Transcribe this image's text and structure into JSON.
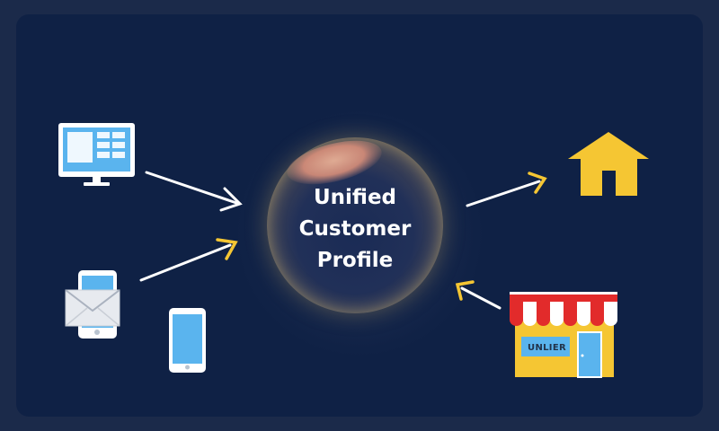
{
  "hub": {
    "lines": [
      "Unified",
      "Customer",
      "Profile"
    ]
  },
  "store": {
    "sign": "UNLIER"
  },
  "icons": {
    "desktop": "desktop-monitor-icon",
    "email": "email-envelope-icon",
    "phone": "smartphone-icon",
    "home": "house-icon",
    "store": "storefront-icon"
  },
  "colors": {
    "background": "#0f2145",
    "accent": "#f5c633",
    "screen": "#5ab4ee",
    "awning_red": "#e22b2b",
    "orb_ring": "#c8a850",
    "arrow_white": "#ffffff"
  }
}
